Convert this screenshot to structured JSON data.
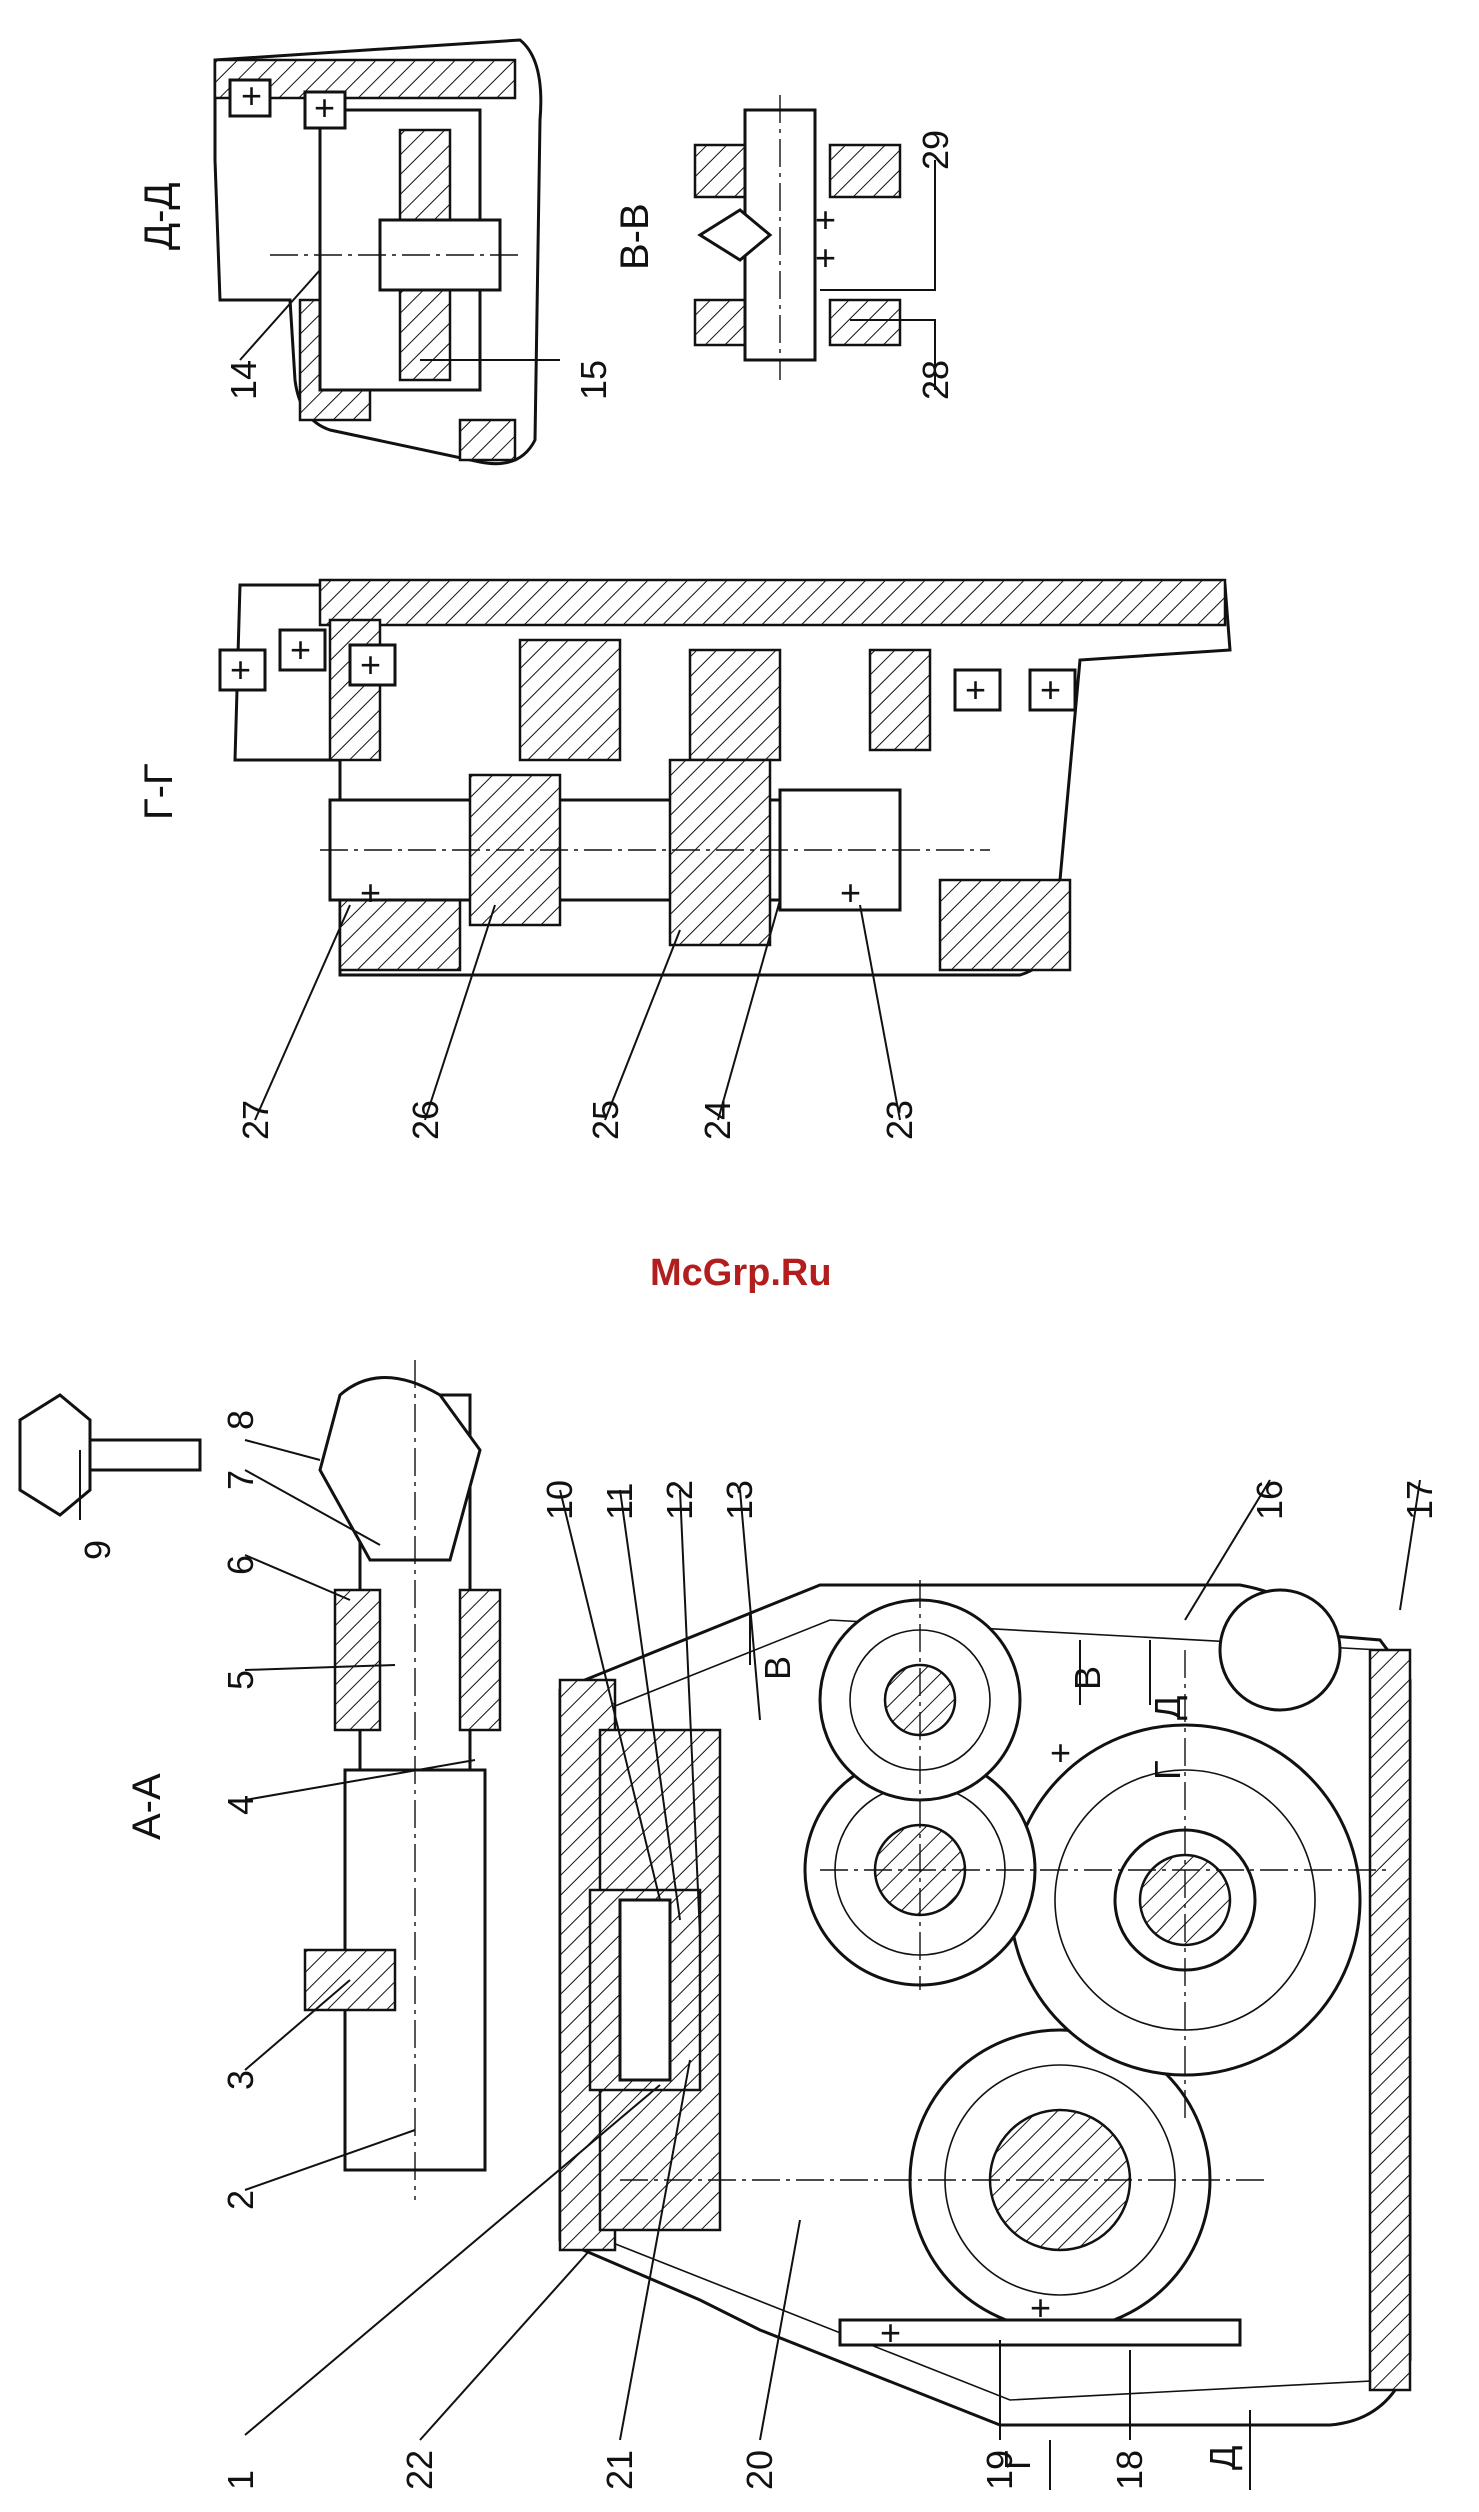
{
  "watermark": "McGrp.Ru",
  "sections": {
    "aa": "А-А",
    "gg": "Г-Г",
    "dd": "Д-Д",
    "vv": "В-В"
  },
  "cut_marks": {
    "v": "В",
    "g": "Г",
    "d": "Д"
  },
  "part_numbers": [
    "1",
    "2",
    "3",
    "4",
    "5",
    "6",
    "7",
    "8",
    "9",
    "10",
    "11",
    "12",
    "13",
    "14",
    "15",
    "16",
    "17",
    "18",
    "19",
    "20",
    "21",
    "22",
    "23",
    "24",
    "25",
    "26",
    "27",
    "28",
    "29"
  ]
}
